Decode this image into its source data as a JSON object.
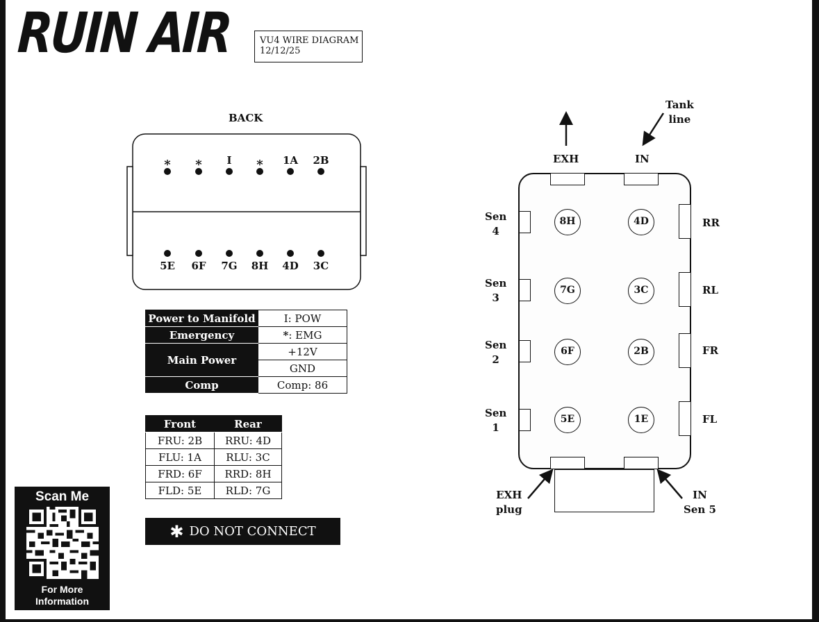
{
  "header": {
    "brand": "RUIN AIR",
    "doc_title": "VU4 WIRE DIAGRAM",
    "date": "12/12/25"
  },
  "connector": {
    "back_label": "BACK",
    "top_row": [
      "*",
      "*",
      "I",
      "*",
      "1A",
      "2B"
    ],
    "bottom_row": [
      "5E",
      "6F",
      "7G",
      "8H",
      "4D",
      "3C"
    ]
  },
  "power_table": {
    "power_to_manifold": {
      "label": "Power to Manifold",
      "value": "I: POW"
    },
    "emergency": {
      "label": "Emergency",
      "value_star": "*",
      "value": ": EMG"
    },
    "main_power": {
      "label": "Main Power",
      "v1": "+12V",
      "v2": "GND"
    },
    "comp": {
      "label": "Comp",
      "value": "Comp: 86"
    }
  },
  "bag_table": {
    "headers": [
      "Front",
      "Rear"
    ],
    "rows": [
      [
        "FRU: 2B",
        "RRU: 4D"
      ],
      [
        "FLU: 1A",
        "RLU: 3C"
      ],
      [
        "FRD: 6F",
        "RRD: 8H"
      ],
      [
        "FLD: 5E",
        "RLD: 7G"
      ]
    ]
  },
  "warning": {
    "star": "✱",
    "text": "DO NOT CONNECT"
  },
  "qr": {
    "top": "Scan Me",
    "bottom_1": "For More",
    "bottom_2": "Information"
  },
  "manifold": {
    "top_ports": {
      "exh": "EXH",
      "in": "IN"
    },
    "tank_line": [
      "Tank",
      "line"
    ],
    "left_labels": [
      [
        "Sen",
        "4"
      ],
      [
        "Sen",
        "3"
      ],
      [
        "Sen",
        "2"
      ],
      [
        "Sen",
        "1"
      ]
    ],
    "right_labels": [
      "RR",
      "RL",
      "FR",
      "FL"
    ],
    "circles": [
      [
        "8H",
        "4D"
      ],
      [
        "7G",
        "3C"
      ],
      [
        "6F",
        "2B"
      ],
      [
        "5E",
        "1E"
      ]
    ],
    "bottom_left": [
      "EXH",
      "plug"
    ],
    "bottom_right": [
      "IN",
      "Sen 5"
    ]
  }
}
